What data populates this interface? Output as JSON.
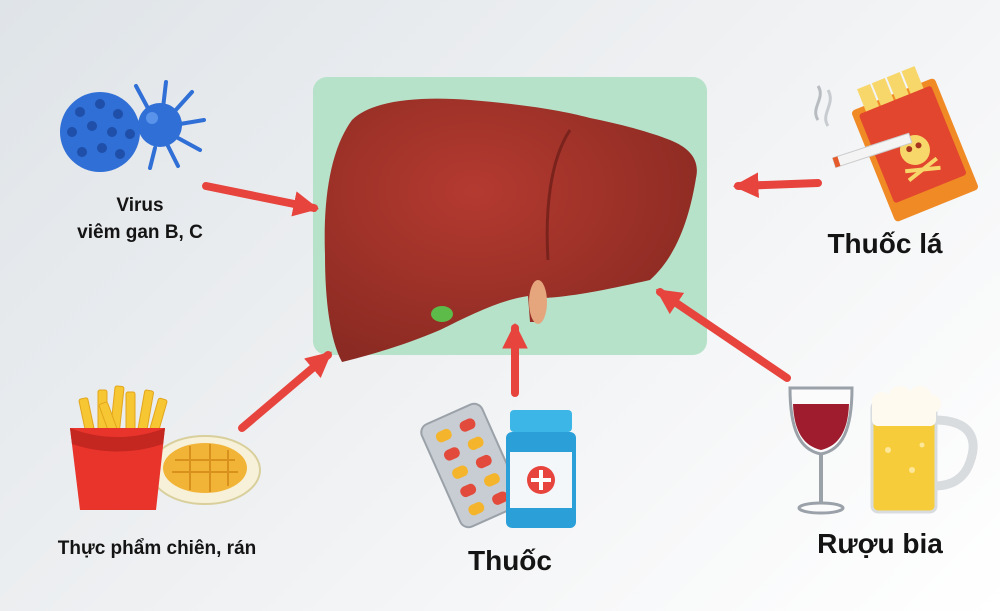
{
  "diagram": {
    "center_icon": "liver",
    "factors": [
      {
        "id": "virus",
        "label_line1": "Virus",
        "label_line2": "viêm gan B, C",
        "icon": "virus-icon"
      },
      {
        "id": "tobacco",
        "label": "Thuốc lá",
        "icon": "cigarette-pack-icon"
      },
      {
        "id": "fried_food",
        "label": "Thực phẩm chiên, rán",
        "icon": "french-fries-icon"
      },
      {
        "id": "medicine",
        "label": "Thuốc",
        "icon": "pill-bottle-icon"
      },
      {
        "id": "alcohol",
        "label": "Rượu bia",
        "icon": "wine-beer-icon"
      }
    ],
    "colors": {
      "arrow": "#e8443e",
      "panel": "#b5e2c9",
      "liver": "#9e3028",
      "virus": "#2f6fd6"
    }
  }
}
